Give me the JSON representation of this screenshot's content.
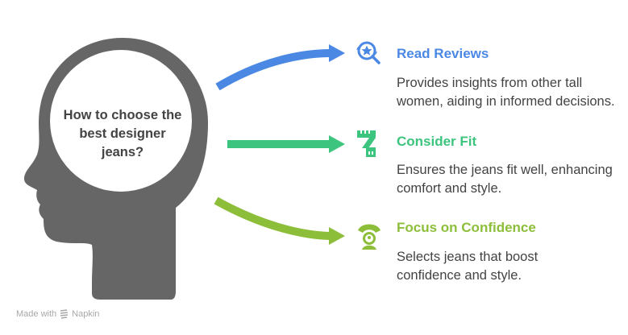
{
  "central": {
    "question": "How to choose the best designer jeans?",
    "head_color": "#666666"
  },
  "items": [
    {
      "title": "Read Reviews",
      "description": "Provides insights from other tall women, aiding in informed decisions.",
      "icon": "review-search-star-icon",
      "color": "#4A88E4"
    },
    {
      "title": "Consider Fit",
      "description": "Ensures the jeans fit well, enhancing comfort and style.",
      "icon": "measuring-tape-icon",
      "color": "#3DC47E"
    },
    {
      "title": "Focus on Confidence",
      "description": "Selects jeans that boost confidence and style.",
      "icon": "confident-person-icon",
      "color": "#8DBE3A"
    }
  ],
  "footer": {
    "made_with": "Made with",
    "brand": "Napkin"
  }
}
